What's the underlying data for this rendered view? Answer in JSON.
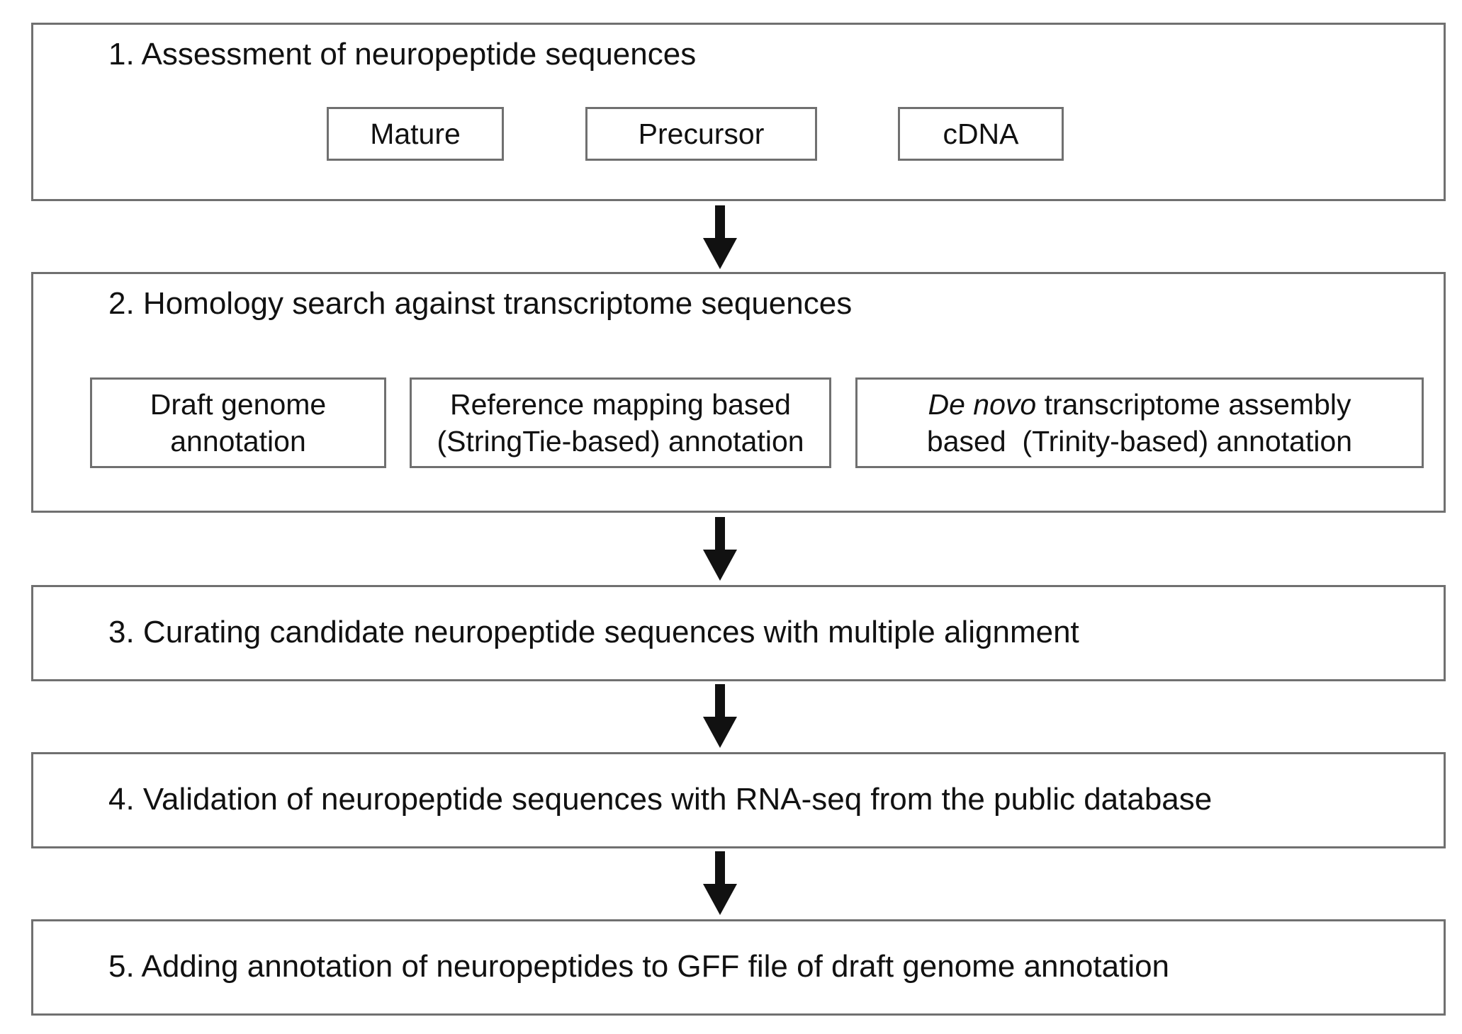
{
  "steps": [
    {
      "title": "1. Assessment of neuropeptide sequences",
      "items": [
        {
          "label": "Mature"
        },
        {
          "label": "Precursor"
        },
        {
          "label": "cDNA"
        }
      ]
    },
    {
      "title": "2. Homology search against transcriptome sequences",
      "items": [
        {
          "line1": "Draft genome",
          "line2": "annotation"
        },
        {
          "line1": "Reference mapping based",
          "line2": "(StringTie-based) annotation"
        },
        {
          "line1_italic": "De novo",
          "line1_rest": " transcriptome assembly",
          "line2": "based  (Trinity-based) annotation"
        }
      ]
    },
    {
      "title": "3. Curating candidate neuropeptide sequences with multiple alignment"
    },
    {
      "title": "4. Validation of neuropeptide sequences with RNA-seq from the public database"
    },
    {
      "title": "5. Adding annotation of neuropeptides to GFF file of draft genome annotation"
    }
  ],
  "colors": {
    "border": "#707070",
    "arrow": "#111111",
    "text": "#111111"
  }
}
